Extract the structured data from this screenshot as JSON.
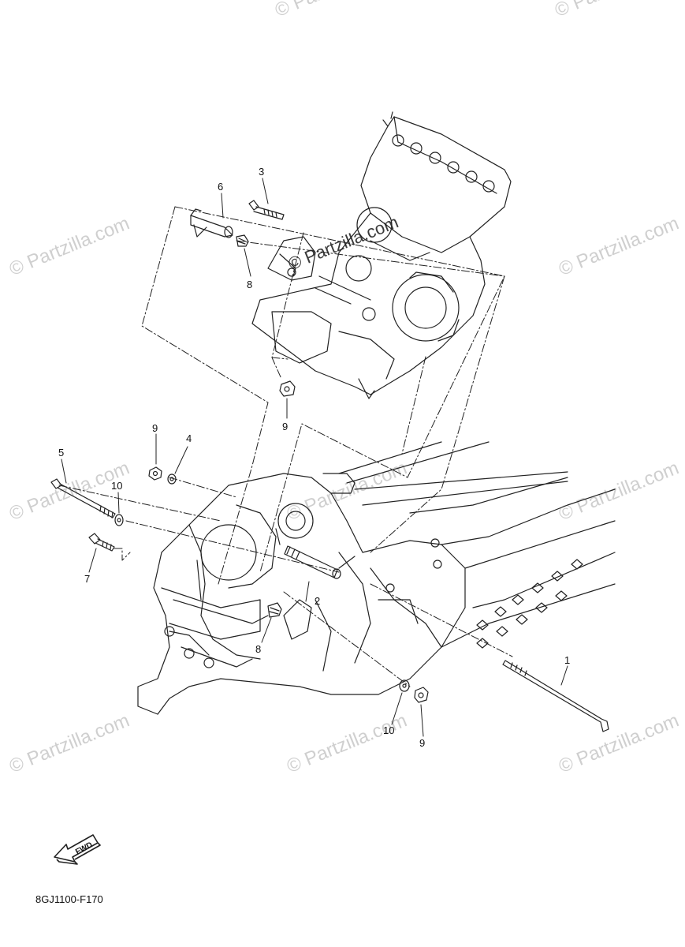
{
  "watermark": "© Partzilla.com",
  "diagram_code": "8GJ1100-F170",
  "fwd_label": "FWD",
  "callouts": {
    "c1": "1",
    "c2": "2",
    "c3": "3",
    "c4": "4",
    "c5": "5",
    "c6": "6",
    "c7": "7",
    "c8a": "8",
    "c8b": "8",
    "c9a": "9",
    "c9b": "9",
    "c9c": "9",
    "c10a": "10",
    "c10b": "10"
  }
}
